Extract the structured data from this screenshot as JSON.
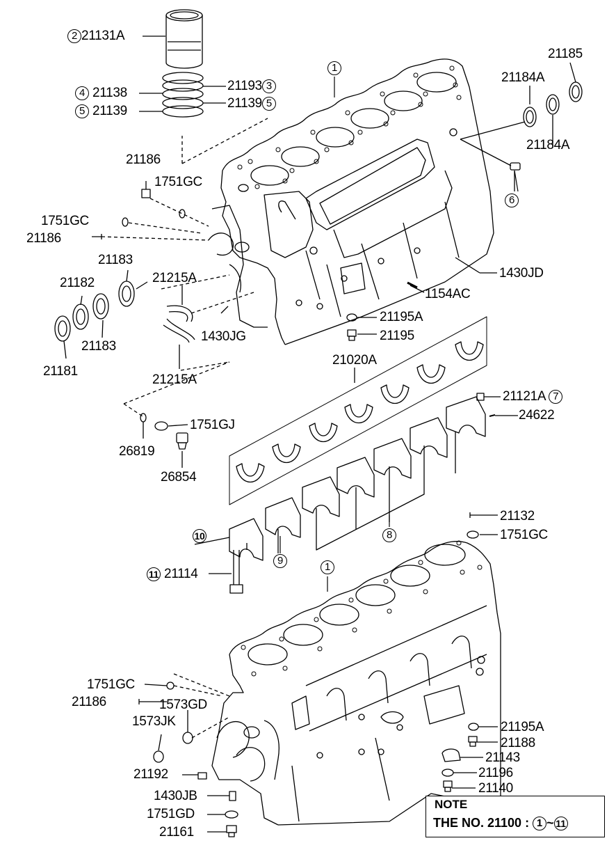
{
  "callouts": {
    "c1_top": "1",
    "c1_bottom": "1",
    "c2": "2",
    "c3": "3",
    "c4": "4",
    "c5a": "5",
    "c5b": "5",
    "c6": "6",
    "c7": "7",
    "c8": "8",
    "c9": "9",
    "c10": "10",
    "c11": "11"
  },
  "labels": {
    "l21131A": "21131A",
    "l21193": "21193",
    "l21138": "21138",
    "l21139_left": "21139",
    "l21139_right": "21139",
    "l21185": "21185",
    "l21184A_top": "21184A",
    "l21184A_bottom": "21184A",
    "l21186_a": "21186",
    "l1751GC_a": "1751GC",
    "l1751GC_b": "1751GC",
    "l21186_b": "21186",
    "l21183_a": "21183",
    "l21182": "21182",
    "l21215A_a": "21215A",
    "l1430JD": "1430JD",
    "l1154AC": "1154AC",
    "l21183_b": "21183",
    "l1430JG": "1430JG",
    "l21195A_a": "21195A",
    "l21195": "21195",
    "l21181": "21181",
    "l21020A": "21020A",
    "l21215A_b": "21215A",
    "l21121A": "21121A",
    "l24622": "24622",
    "l1751GJ": "1751GJ",
    "l26819": "26819",
    "l26854": "26854",
    "l21132": "21132",
    "l1751GC_c": "1751GC",
    "l21114": "21114",
    "l1751GC_d": "1751GC",
    "l21186_c": "21186",
    "l1573GD": "1573GD",
    "l1573JK": "1573JK",
    "l21195A_b": "21195A",
    "l21188": "21188",
    "l21143": "21143",
    "l21192": "21192",
    "l21196": "21196",
    "l21140": "21140",
    "l1430JB": "1430JB",
    "l1751GD": "1751GD",
    "l21161": "21161"
  },
  "note": {
    "title": "NOTE",
    "text_prefix": "THE NO. 21100  :",
    "range_start": "1",
    "range_sep": "~",
    "range_end": "11"
  }
}
